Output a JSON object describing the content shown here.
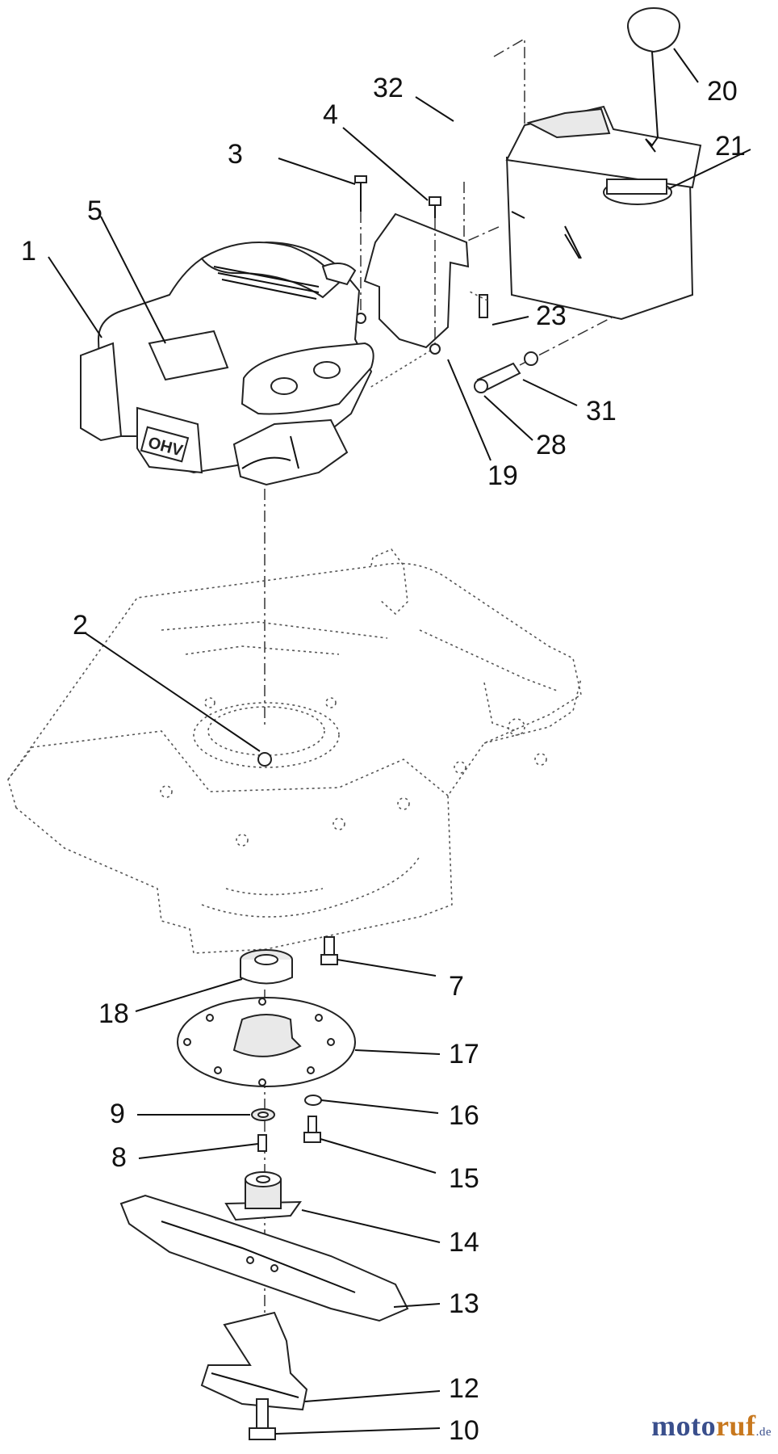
{
  "diagram": {
    "callouts": [
      "1",
      "2",
      "3",
      "4",
      "5",
      "7",
      "8",
      "9",
      "10",
      "12",
      "13",
      "14",
      "15",
      "16",
      "17",
      "18",
      "19",
      "20",
      "21",
      "23",
      "28",
      "31",
      "32"
    ]
  },
  "engine_labels": {
    "ohv": "OHV"
  },
  "watermark": {
    "part_a": "moto",
    "part_b": "ruf",
    "part_c": ".de"
  }
}
